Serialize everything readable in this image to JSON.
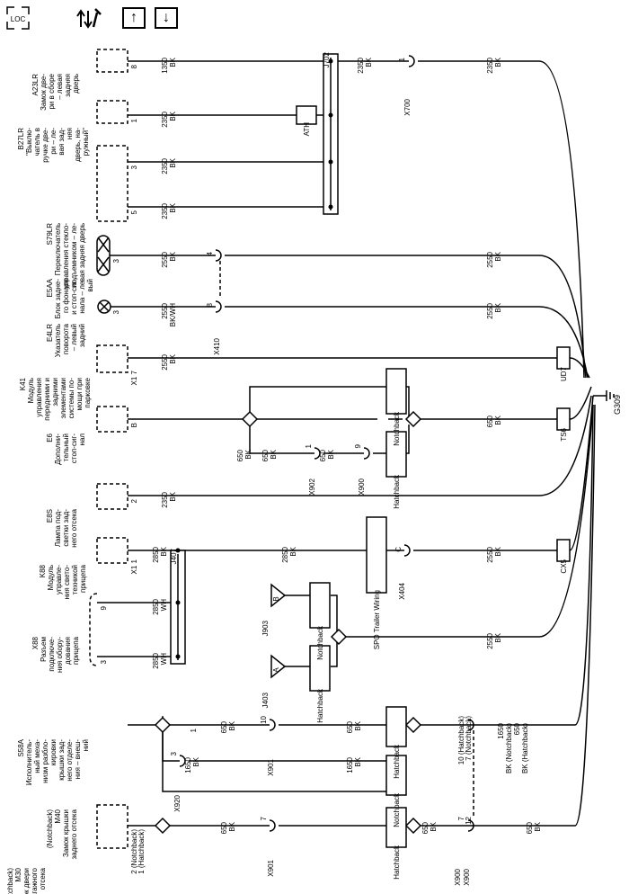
{
  "toolbar": {
    "loc_label": "LOC",
    "wrench_icon": "wrench-icon",
    "up_label": "↑",
    "down_label": "↓"
  },
  "ground_label": "G309",
  "connectors": {
    "j702": "J702",
    "j407": "J407",
    "j903": "J903",
    "j403": "J403",
    "x700": "X700",
    "x410": "X410",
    "x902": "X902",
    "x900a": "X900",
    "x404": "X404",
    "x901a": "X901",
    "x920": "X920",
    "x901b": "X901",
    "x900b": "X900",
    "x900c": "X900"
  },
  "components": [
    {
      "id": "a23lr",
      "lines": [
        "A23LR",
        "Замок две-",
        "ри в сборе",
        "– левая",
        "задняя",
        "дверь"
      ]
    },
    {
      "id": "b27lr",
      "lines": [
        "B27LR",
        "\"Выклю-",
        "чатель в",
        "ручке две-",
        "ри – ле-",
        "вая зад-",
        "няя",
        "дверь, на-",
        "ружный\""
      ]
    },
    {
      "id": "s79lr",
      "lines": [
        "S79LR",
        "Переключатель",
        "управления стекло-",
        "подъемником – ле-",
        "вая задняя дверь"
      ]
    },
    {
      "id": "e5aa",
      "lines": [
        "E5AA",
        "Блок задне-",
        "го фонаря",
        "и стоп-сиг-",
        "нала – ле-",
        "вый"
      ]
    },
    {
      "id": "e4lr",
      "lines": [
        "E4LR",
        "Указатель",
        "поворота",
        "– левый",
        "задний"
      ]
    },
    {
      "id": "k41",
      "lines": [
        "K41",
        "Модуль",
        "управления",
        "передними и",
        "задними",
        "элементами",
        "системы по-",
        "мощи при",
        "парковке"
      ]
    },
    {
      "id": "e6",
      "lines": [
        "E6",
        "Дополни-",
        "тельный",
        "стоп-сиг-",
        "нал"
      ]
    },
    {
      "id": "e8s",
      "lines": [
        "E8S",
        "Лампа под-",
        "светки зад-",
        "него отсека"
      ]
    },
    {
      "id": "k88",
      "lines": [
        "K88",
        "Модуль",
        "управле-",
        "ния свето-",
        "техникой",
        "прицепа"
      ]
    },
    {
      "id": "x88",
      "lines": [
        "X88",
        "Разъем",
        "подключе-",
        "ния обору-",
        "дования",
        "прицепа"
      ]
    },
    {
      "id": "s58a",
      "lines": [
        "S58A",
        "Исполнитель-",
        "ный меха-",
        "низм разбло-",
        "кировки",
        "крышки зад-",
        "него отделе-",
        "ния – внеш-",
        "ний"
      ]
    },
    {
      "id": "m40",
      "lines": [
        "(Notchback)",
        "M40",
        "Замок крышки",
        "заднего отсека"
      ]
    },
    {
      "id": "m30",
      "lines": [
        "(Hatchback)",
        "M30",
        "Замок двери",
        "багажного",
        "отсека"
      ]
    }
  ],
  "pins": {
    "a23lr": "8",
    "b27lr": "1",
    "s79lr_a": "3",
    "s79lr_b": "5",
    "e5aa": "3",
    "e4lr": "3",
    "k41": "X1  7",
    "e6": "B",
    "e8s": "2",
    "k88": "X1  1",
    "x88_a": "9",
    "x88_b": "3",
    "s58a": "1",
    "m40_a": "2 (Notchback)",
    "m40_b": "1 (Hatchback)",
    "x700": "1",
    "x410_a": "4",
    "x410_b": "8",
    "x902": "1",
    "x900a": "9",
    "x404": "C",
    "x901a": "10",
    "x920": "3",
    "x901b": "7",
    "x900b_a": "10 (Hatchback)",
    "x900b_b": "7 (Notchback)",
    "x900c_a": "7",
    "x900c_b": "12"
  },
  "wires": {
    "w1": "1350 BK",
    "w2": "2350 BK",
    "w3": "2350 BK",
    "w4": "2350 BK",
    "w5": "2350 BK",
    "w6": "2350 BK",
    "w7": "2350 BK",
    "w8": "2550 BK",
    "w9": "2550 BK",
    "w10": "2550 BK/WH",
    "w11": "2550 BK",
    "w12": "2550 BK",
    "w13": "650 BK",
    "w14": "650 BK",
    "w15": "650 BK",
    "w16": "650 BK",
    "w17": "2350 BK",
    "w18": "2850 BK",
    "w19": "2850 BK",
    "w20": "2550 BK",
    "w21": "2850 WH",
    "w22": "2850 WH",
    "w23": "2550 BK",
    "w24": "650 BK",
    "w25": "650 BK",
    "w26": "1650 BK",
    "w27": "1650 BK",
    "w28a": "1650",
    "w28b": "BK (Notchback)",
    "w28c": "650",
    "w28d": "BK (Hatchback)",
    "w29": "650 BK",
    "w30": "650 BK",
    "w31": "650 BK"
  },
  "boxes": {
    "ath": "ATH",
    "ud7": "UD7",
    "ts6": "TS6",
    "cx5": "CX5",
    "spo": "SPO Trailer Wiring",
    "notchback": "Notchback",
    "hatchback": "Hatchback",
    "tri_b": "B",
    "tri_a": "A"
  }
}
